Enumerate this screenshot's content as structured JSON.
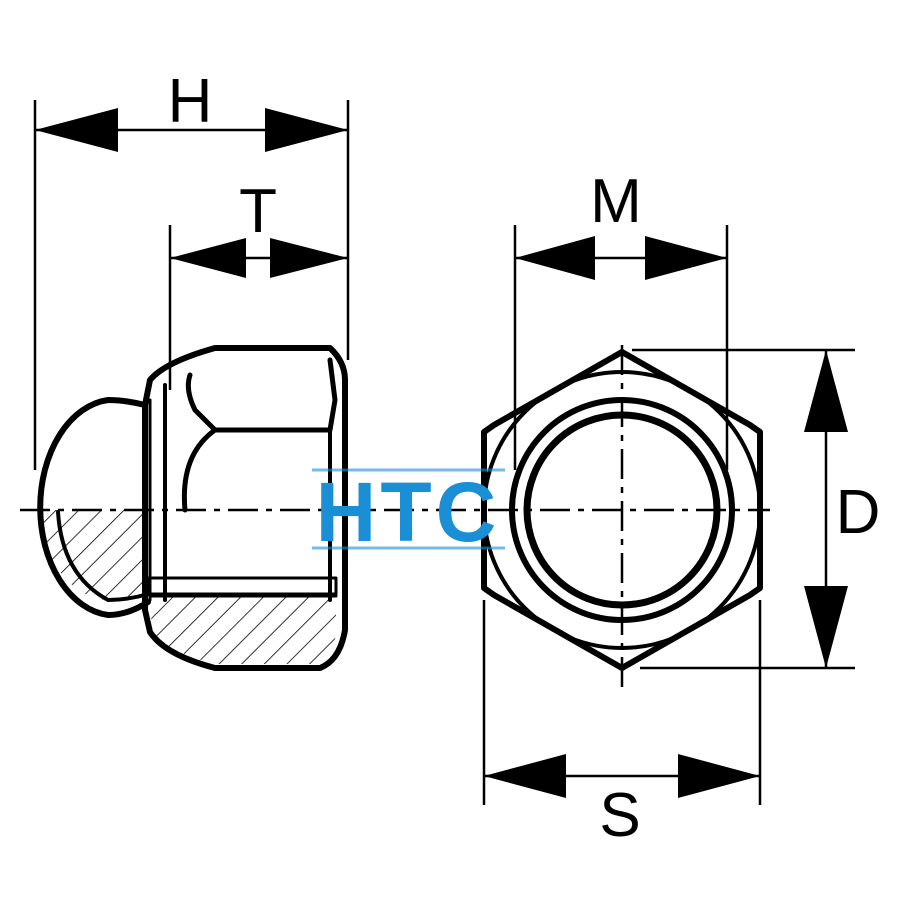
{
  "diagram": {
    "labels": {
      "h": "H",
      "t": "T",
      "m": "M",
      "d": "D",
      "s": "S"
    },
    "watermark": {
      "text": "HTC",
      "color": "#1a8fd6"
    },
    "colors": {
      "stroke": "#000000",
      "background": "#ffffff"
    }
  }
}
